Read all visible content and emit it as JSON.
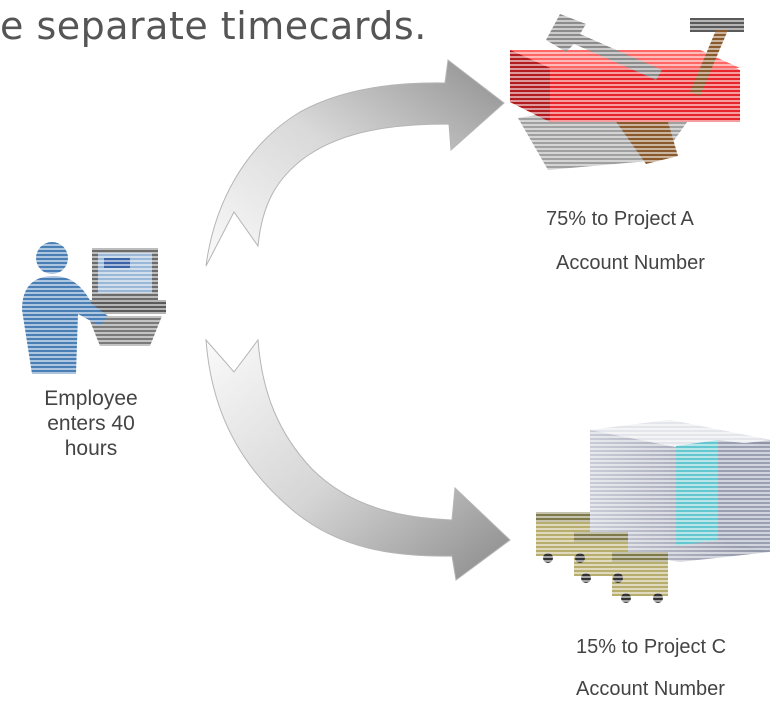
{
  "title": "e separate timecards.",
  "employee": {
    "label_line1": "Employee",
    "label_line2": "enters 40",
    "label_line3": "hours",
    "icon": "person-at-computer-icon"
  },
  "project_a": {
    "line1": "75% to Project A",
    "line2": "Account Number",
    "icon": "toolbox-with-tools-icon",
    "accent": "#e8252b"
  },
  "project_c": {
    "line1": "15% to Project C",
    "line2": "Account Number",
    "icon": "building-with-trucks-icon"
  },
  "colors": {
    "arrow_light": "#f2f2f2",
    "arrow_dark": "#8c8c8c",
    "person": "#4a7fb5"
  }
}
